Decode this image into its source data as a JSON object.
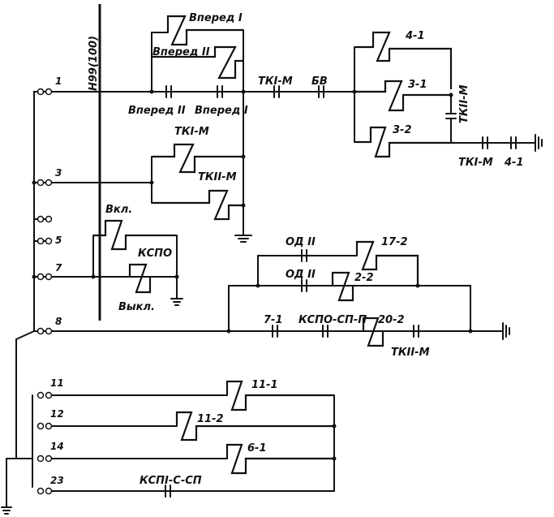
{
  "cable_label": "Н99(100)",
  "terminals": [
    "1",
    "3",
    "5",
    "7",
    "8",
    "11",
    "12",
    "14",
    "23"
  ],
  "labels": {
    "vpered1_top": "Вперед I",
    "vpered2_top": "Вперед II",
    "vpered2_contact": "Вперед II",
    "vpered1_contact": "Вперед I",
    "tk1m_contact": "ТКI-М",
    "bv_contact": "БВ",
    "tk1m_coil": "ТКI-М",
    "tk2m_coil": "ТКII-М",
    "coil_4_1": "4-1",
    "coil_3_1": "3-1",
    "coil_3_2": "3-2",
    "tk2m_side": "ТКII-М",
    "tk1m_bottom": "ТКI-М",
    "c_4_1_bottom": "4-1",
    "vkl": "Вкл.",
    "kspo": "КСПО",
    "vykl": "Выкл.",
    "od2_a": "ОД II",
    "od2_b": "ОД II",
    "coil_17_2": "17-2",
    "coil_2_2": "2-2",
    "c_7_1": "7-1",
    "kspo_sp_p": "КСПО-СП-П",
    "coil_20_2": "20-2",
    "tk2m_8": "ТКII-М",
    "coil_11_1": "11-1",
    "coil_11_2": "11-2",
    "coil_6_1": "6-1",
    "kspi_s_sp": "КСПI-С-СП"
  }
}
